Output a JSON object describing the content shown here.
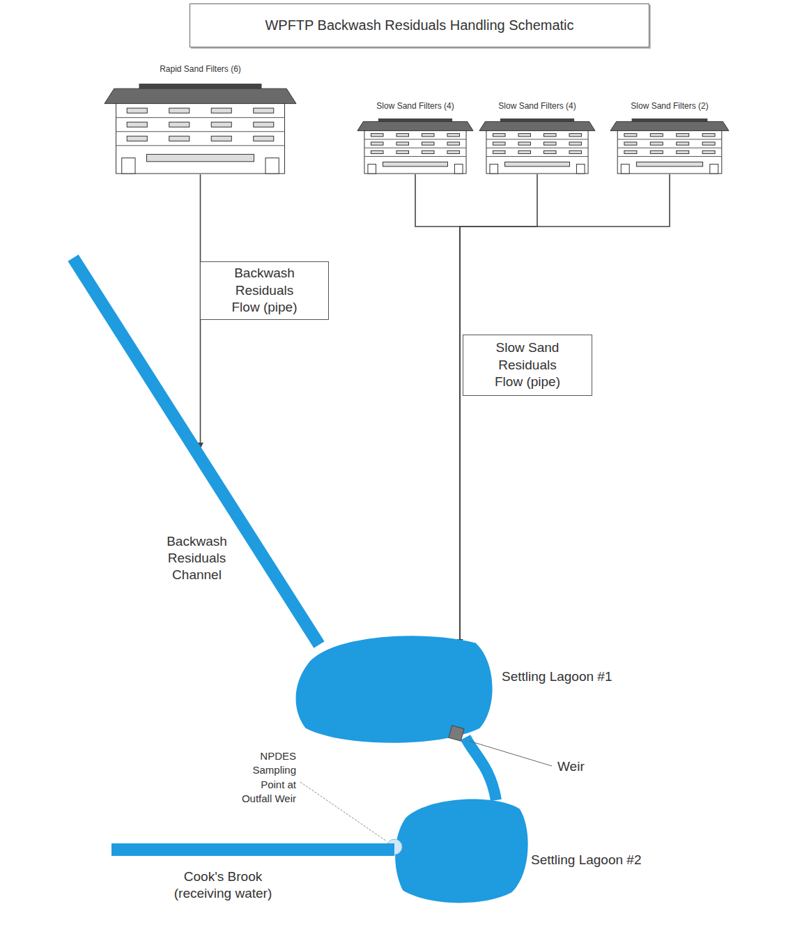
{
  "diagram": {
    "title": "WPFTP Backwash Residuals Handling Schematic",
    "nodes": [
      {
        "text": [
          "Rapid Sand Filters (6)"
        ]
      },
      {
        "text": [
          "Slow Sand Filters (4)"
        ]
      },
      {
        "text": [
          "Slow Sand Filters (4)"
        ]
      },
      {
        "text": [
          "Slow Sand Filters (2)"
        ]
      },
      {
        "text": [
          "Backwash Residuals Channel"
        ]
      },
      {
        "text": [
          "Settling Lagoon #1"
        ]
      },
      {
        "text": [
          "Settling Lagoon #2"
        ]
      },
      {
        "text": [
          "Cook's Brook (receiving water)"
        ]
      }
    ],
    "edges": [
      {
        "from": 0,
        "to": 4,
        "arrow": "to",
        "label": "Backwash Residuals Flow (pipe)"
      },
      {
        "from": 1,
        "to": 5,
        "arrow": "to"
      },
      {
        "from": 2,
        "to": 5,
        "arrow": "to",
        "label": "Slow Sand Residuals Flow (pipe)"
      },
      {
        "from": 3,
        "to": 5,
        "arrow": "to"
      }
    ],
    "labels": [
      "Weir",
      "NPDES Sampling Point at Outfall Weir"
    ]
  }
}
